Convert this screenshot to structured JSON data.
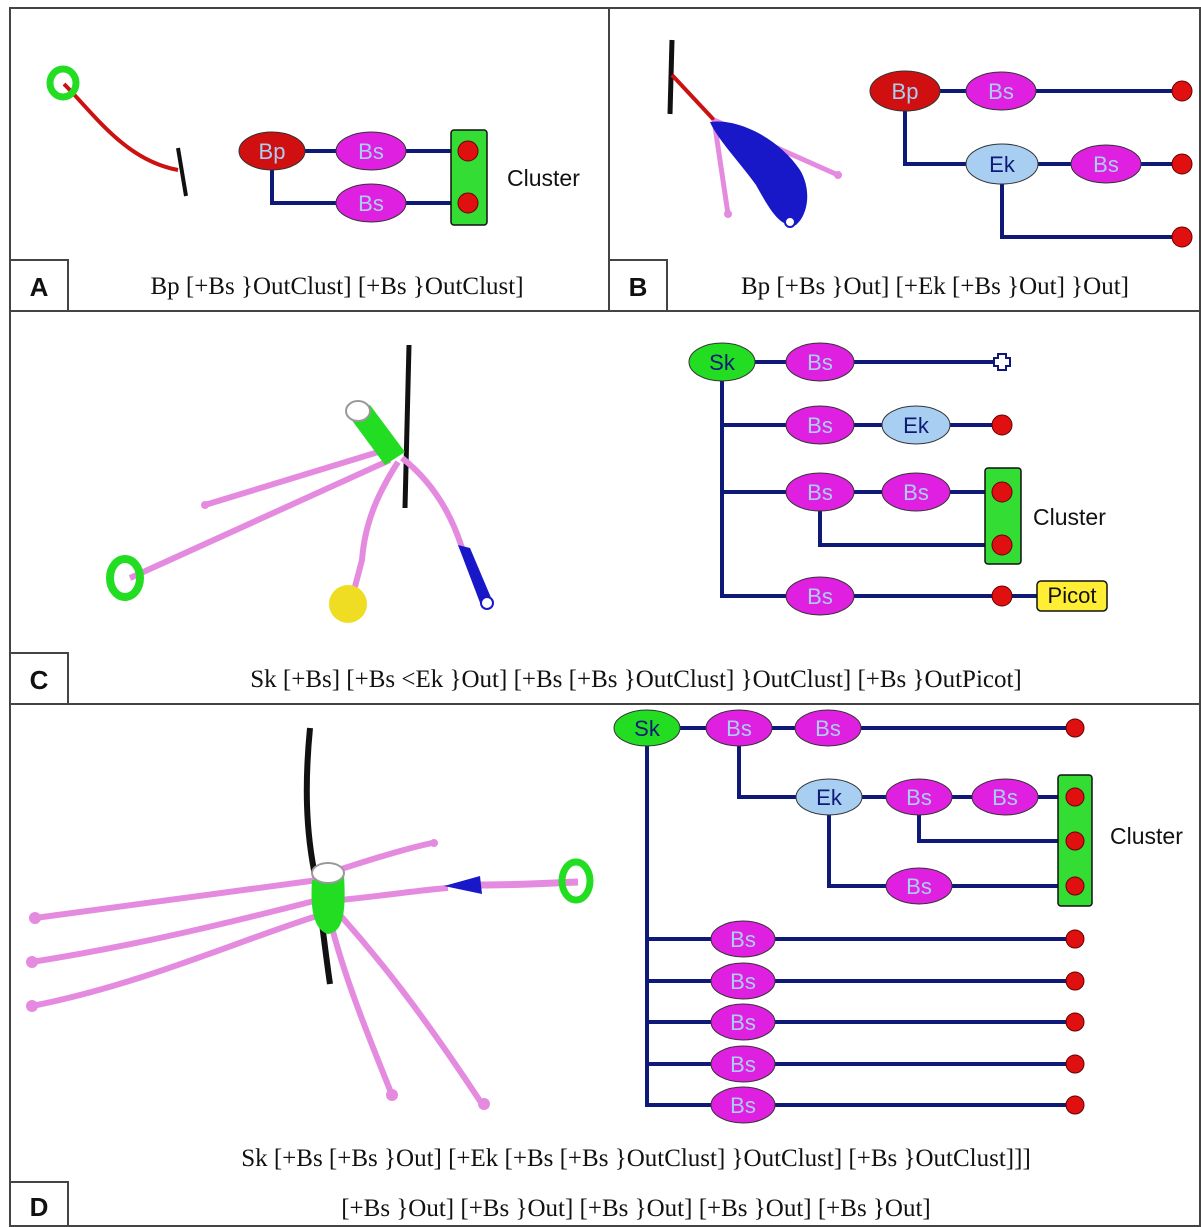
{
  "colors": {
    "line": "#0f1a78",
    "Bp": "#d01010",
    "Bs": "#e020e0",
    "Ek": "#a8cff2",
    "Sk": "#22dd22",
    "cluster": "#33dd33",
    "picot": "#ffee33",
    "out": "#e01010",
    "node_text_light": "#a8cff2",
    "node_text_dark": "#0f1a78",
    "pink_stem": "#e48be0",
    "red_stem": "#cc1111",
    "blue_stem": "#1818c8",
    "black_stem": "#111111",
    "yellow_ball": "#eedd22"
  },
  "panels": {
    "A": {
      "label": "A",
      "formula": "Bp [+Bs }OutClust] [+Bs }OutClust]",
      "cluster_label": "Cluster",
      "nodes": [
        "Bp",
        "Bs",
        "Bs"
      ]
    },
    "B": {
      "label": "B",
      "formula": "Bp [+Bs }Out] [+Ek [+Bs }Out] }Out]",
      "nodes": [
        "Bp",
        "Bs",
        "Ek",
        "Bs"
      ]
    },
    "C": {
      "label": "C",
      "formula": "Sk [+Bs] [+Bs <Ek }Out] [+Bs [+Bs }OutClust] }OutClust] [+Bs }OutPicot]",
      "cluster_label": "Cluster",
      "picot_label": "Picot",
      "nodes": [
        "Sk",
        "Bs",
        "Bs",
        "Ek",
        "Bs",
        "Bs",
        "Bs"
      ]
    },
    "D": {
      "label": "D",
      "formula_line1": "Sk [+Bs [+Bs }Out] [+Ek [+Bs [+Bs }OutClust] }OutClust] [+Bs }OutClust]]]",
      "formula_line2": "[+Bs }Out] [+Bs }Out] [+Bs }Out] [+Bs }Out] [+Bs }Out]",
      "cluster_label": "Cluster",
      "nodes": [
        "Sk",
        "Bs",
        "Bs",
        "Ek",
        "Bs",
        "Bs",
        "Bs",
        "Bs",
        "Bs",
        "Bs",
        "Bs",
        "Bs"
      ]
    }
  }
}
